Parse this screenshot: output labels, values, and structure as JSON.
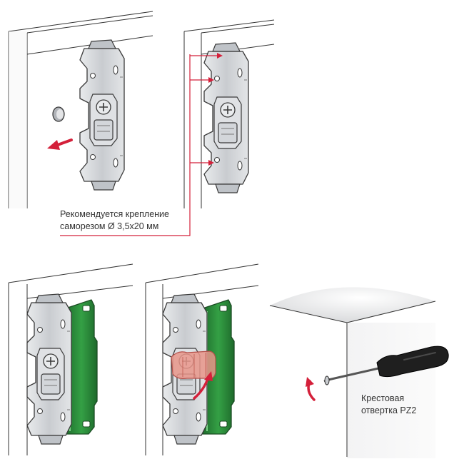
{
  "labels": {
    "mounting_line1": "Рекомендуется крепление",
    "mounting_line2": "саморезом Ø 3,5x20 мм",
    "tool_line1": "Крестовая",
    "tool_line2": "отвертка PZ2"
  },
  "colors": {
    "accent_red": "#d4203a",
    "green_clip": "#2e8b3c",
    "lock_pink": "#e8958a",
    "metal": "#cfd2d6",
    "outline": "#333333"
  },
  "icons": [
    "screw-hole-icon",
    "arrow-left-icon",
    "rotate-arrow-icon",
    "screwdriver-icon"
  ]
}
